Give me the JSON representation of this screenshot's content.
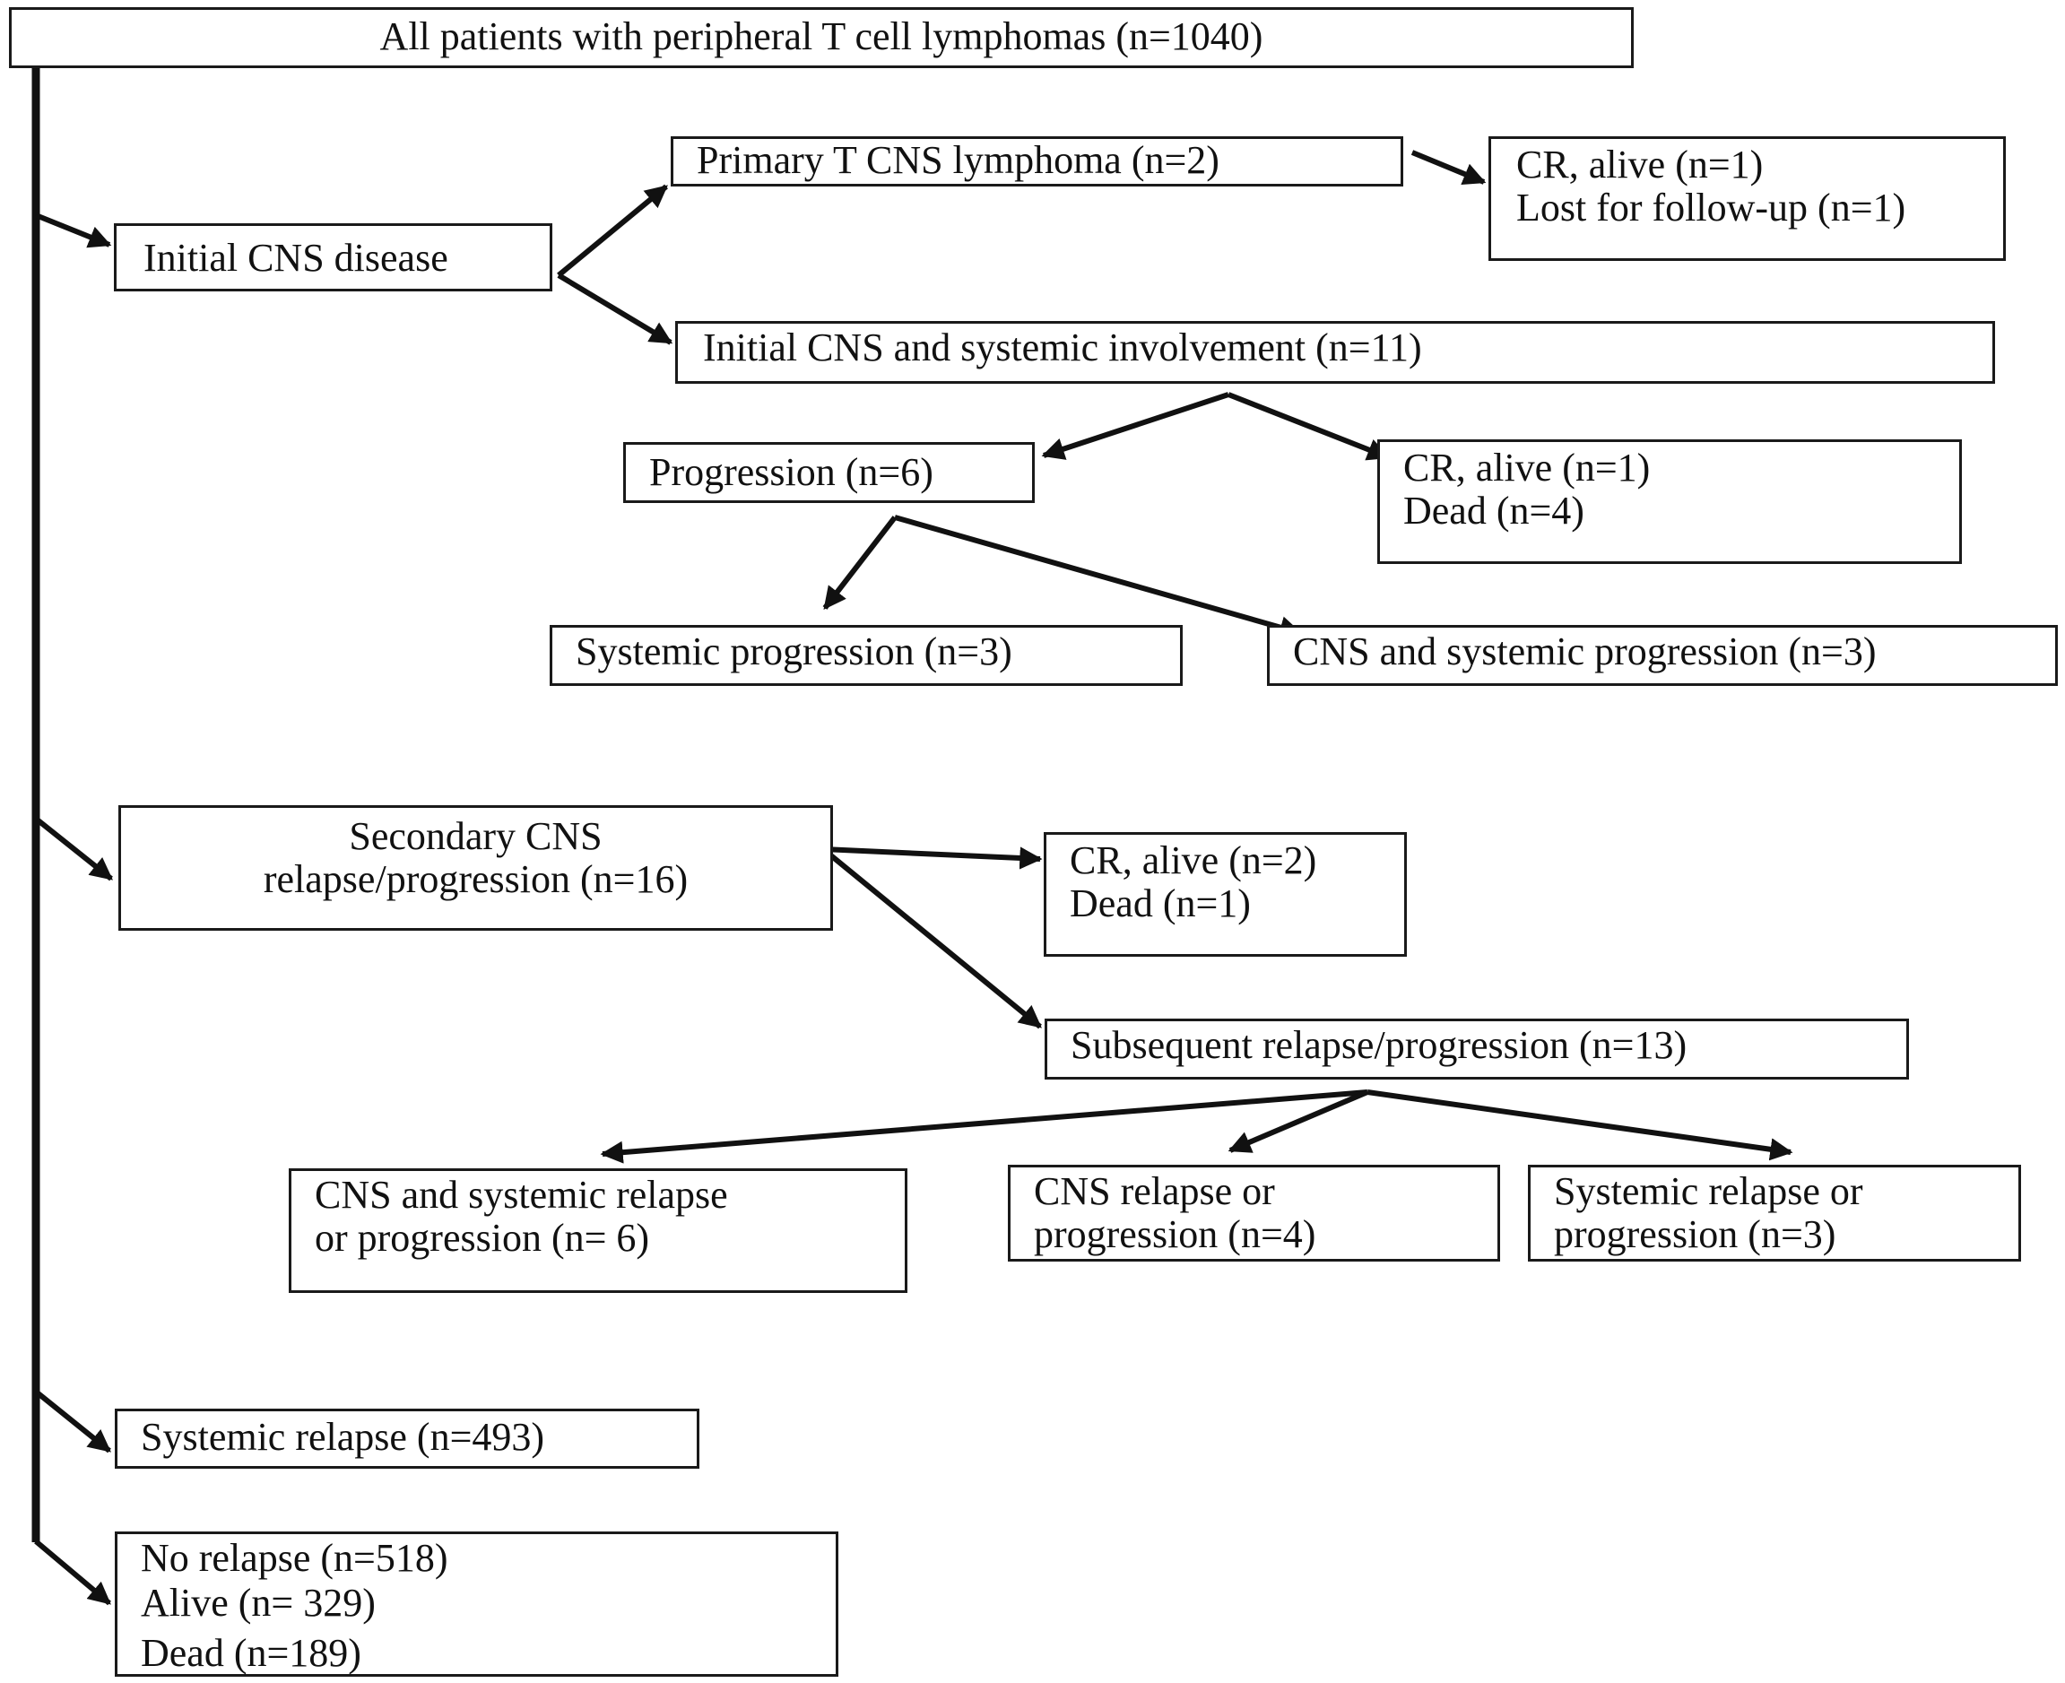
{
  "diagram": {
    "nodes": {
      "root": [
        "All patients with peripheral T cell lymphomas (n=1040)"
      ],
      "initial_cns": [
        "Initial CNS disease"
      ],
      "primary_t_cns": [
        "Primary T CNS lymphoma (n=2)"
      ],
      "cr_alive_lost": [
        "CR, alive (n=1)",
        "Lost for follow-up (n=1)"
      ],
      "initial_cns_systemic": [
        "Initial CNS and systemic involvement (n=11)"
      ],
      "progression": [
        "Progression (n=6)"
      ],
      "cr_alive_dead_4": [
        "CR, alive (n=1)",
        "Dead (n=4)"
      ],
      "systemic_progression": [
        "Systemic progression (n=3)"
      ],
      "cns_systemic_progression": [
        "CNS and systemic progression (n=3)"
      ],
      "secondary_cns": [
        "Secondary CNS",
        "relapse/progression (n=16)"
      ],
      "cr_alive_dead_1": [
        "CR, alive (n=2)",
        "Dead (n=1)"
      ],
      "subsequent": [
        "Subsequent relapse/progression (n=13)"
      ],
      "cns_systemic_relapse": [
        "CNS and systemic relapse",
        "or progression (n= 6)"
      ],
      "cns_relapse": [
        "CNS relapse or",
        "progression (n=4)"
      ],
      "systemic_relapse_prog": [
        "Systemic relapse or",
        "progression (n=3)"
      ],
      "systemic_relapse": [
        "Systemic relapse (n=493)"
      ],
      "no_relapse": [
        "No relapse (n=518)",
        "Alive (n= 329)",
        "Dead (n=189)"
      ]
    },
    "edges": [
      {
        "from": "root",
        "to": "initial_cns"
      },
      {
        "from": "root",
        "to": "secondary_cns"
      },
      {
        "from": "root",
        "to": "systemic_relapse"
      },
      {
        "from": "root",
        "to": "no_relapse"
      },
      {
        "from": "initial_cns",
        "to": "primary_t_cns"
      },
      {
        "from": "initial_cns",
        "to": "initial_cns_systemic"
      },
      {
        "from": "primary_t_cns",
        "to": "cr_alive_lost"
      },
      {
        "from": "initial_cns_systemic",
        "to": "progression"
      },
      {
        "from": "initial_cns_systemic",
        "to": "cr_alive_dead_4"
      },
      {
        "from": "progression",
        "to": "systemic_progression"
      },
      {
        "from": "progression",
        "to": "cns_systemic_progression"
      },
      {
        "from": "secondary_cns",
        "to": "cr_alive_dead_1"
      },
      {
        "from": "secondary_cns",
        "to": "subsequent"
      },
      {
        "from": "subsequent",
        "to": "cns_systemic_relapse"
      },
      {
        "from": "subsequent",
        "to": "cns_relapse"
      },
      {
        "from": "subsequent",
        "to": "systemic_relapse_prog"
      }
    ],
    "colors": {
      "line": "#111111",
      "box_border": "#1a1a1a",
      "background": "#ffffff",
      "text": "#111111"
    }
  }
}
